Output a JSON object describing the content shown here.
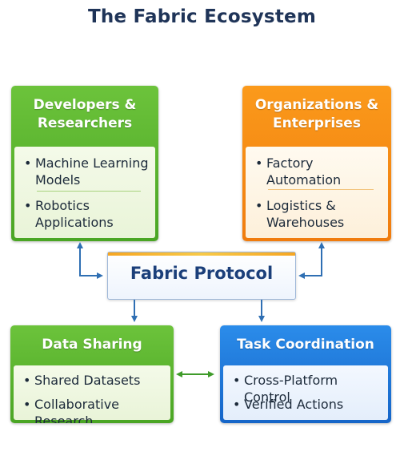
{
  "title": "The Fabric Ecosystem",
  "protocol": {
    "label": "Fabric Protocol"
  },
  "boxes": {
    "developers": {
      "title_line1": "Developers &",
      "title_line2": "Researchers",
      "items": [
        {
          "line1": "Machine Learning",
          "line2": "Models"
        },
        {
          "line1": "Robotics",
          "line2": "Applications"
        }
      ]
    },
    "organizations": {
      "title_line1": "Organizations &",
      "title_line2": "Enterprises",
      "items": [
        {
          "line1": "Factory Automation",
          "line2": ""
        },
        {
          "line1": "Logistics &",
          "line2": "Warehouses"
        }
      ]
    },
    "data_sharing": {
      "title": "Data Sharing",
      "items": [
        "Shared Datasets",
        "Collaborative Research"
      ]
    },
    "task_coordination": {
      "title": "Task Coordination",
      "items": [
        "Cross-Platform Control",
        "Verified Actions"
      ]
    }
  },
  "colors": {
    "green": "#4aa524",
    "orange": "#f07c0e",
    "blue": "#1565c8",
    "arrow": "#2f6fb3",
    "title_text": "#1f3458"
  }
}
